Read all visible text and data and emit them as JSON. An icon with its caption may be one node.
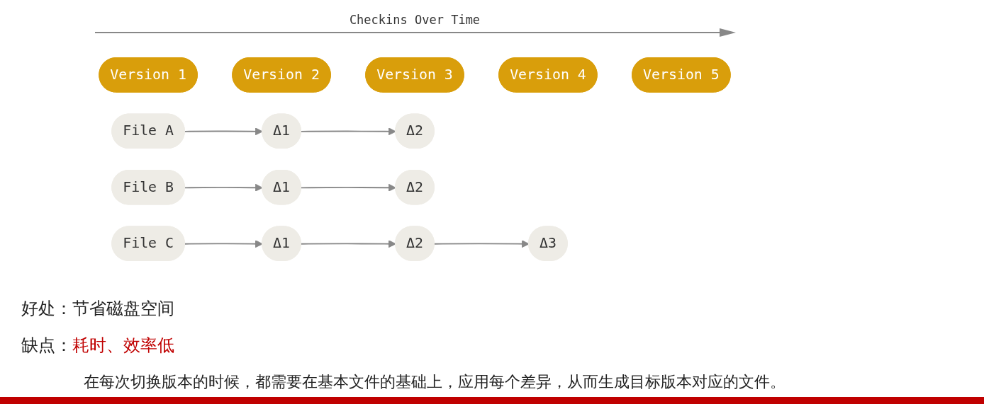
{
  "diagram": {
    "nodes": [
      {
        "text": [
          "Version 1"
        ]
      },
      {
        "text": [
          "Version 2"
        ]
      },
      {
        "text": [
          "Version 3"
        ]
      },
      {
        "text": [
          "Version 4"
        ]
      },
      {
        "text": [
          "Version 5"
        ]
      },
      {
        "text": [
          "File A"
        ]
      },
      {
        "text": [
          "Δ1"
        ]
      },
      {
        "text": [
          "Δ2"
        ]
      },
      {
        "text": [
          "File B"
        ]
      },
      {
        "text": [
          "Δ1"
        ]
      },
      {
        "text": [
          "Δ2"
        ]
      },
      {
        "text": [
          "File C"
        ]
      },
      {
        "text": [
          "Δ1"
        ]
      },
      {
        "text": [
          "Δ2"
        ]
      },
      {
        "text": [
          "Δ3"
        ]
      }
    ],
    "edges": [
      {
        "from": 5,
        "to": 6,
        "arrow": "to"
      },
      {
        "from": 6,
        "to": 7,
        "arrow": "to"
      },
      {
        "from": 8,
        "to": 9,
        "arrow": "to"
      },
      {
        "from": 9,
        "to": 10,
        "arrow": "to"
      },
      {
        "from": 11,
        "to": 12,
        "arrow": "to"
      },
      {
        "from": 12,
        "to": 13,
        "arrow": "to"
      },
      {
        "from": 13,
        "to": 14,
        "arrow": "to"
      }
    ],
    "labels": [
      "Checkins Over Time",
      "好处：节省磁盘空间",
      "缺点：",
      "耗时、效率低",
      "在每次切换版本的时候，都需要在基本文件的基础上，应用每个差异，从而生成目标版本对应的文件。"
    ]
  }
}
